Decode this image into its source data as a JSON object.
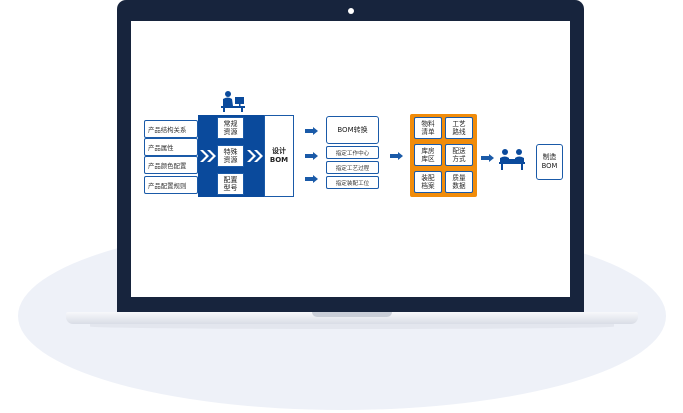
{
  "left_inputs": [
    "产品结构关系",
    "产品属性",
    "产品颜色配置",
    "产品配置规则"
  ],
  "resources": [
    "常规\n资源",
    "特殊\n资源",
    "配置\n型号"
  ],
  "design_bom": "设计\nBOM",
  "bom_transform": {
    "title": "BOM转换",
    "items": [
      "指定工作中心",
      "指定工艺过程",
      "指定装配工位"
    ]
  },
  "orange_grid": [
    "物料\n清单",
    "工艺\n路线",
    "库房\n库区",
    "配送\n方式",
    "装配\n档案",
    "质量\n数据"
  ],
  "manufacturing_bom": "制造\nBOM",
  "icons": [
    "designer-workstation-icon",
    "assembly-workers-icon"
  ],
  "colors": {
    "frame": "#17243d",
    "blue": "#0a4a9c",
    "orange": "#f18c0a"
  }
}
